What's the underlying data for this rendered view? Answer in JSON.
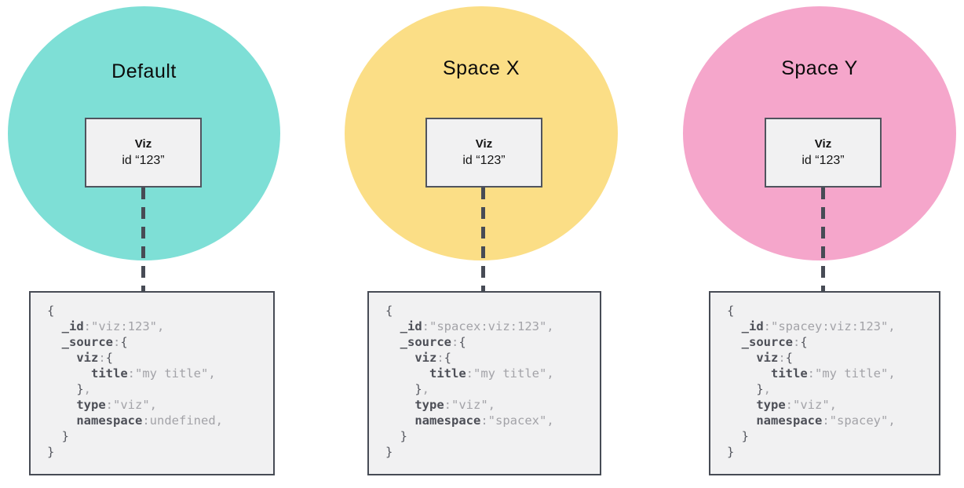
{
  "colors": {
    "default_circle": "#7EDFD6",
    "spacex_circle": "#FBDE86",
    "spacey_circle": "#F5A6CB",
    "connector": "#474B55",
    "box_fill": "#F1F1F2",
    "box_border": "#474B55",
    "code_key_text": "#4D4F57",
    "code_value_text": "#A3A3A8"
  },
  "columns": [
    {
      "title": "Default",
      "circle_color": "#7EDFD6",
      "viz_label": "Viz",
      "viz_id": "id “123”",
      "code_lines": [
        [
          [
            "b",
            "{"
          ]
        ],
        [
          [
            "v",
            "  "
          ],
          [
            "k",
            "_id"
          ],
          [
            "v",
            ":\"viz:123\","
          ]
        ],
        [
          [
            "v",
            "  "
          ],
          [
            "k",
            "_source"
          ],
          [
            "v",
            ":"
          ],
          [
            "b",
            "{"
          ]
        ],
        [
          [
            "v",
            "    "
          ],
          [
            "k",
            "viz"
          ],
          [
            "v",
            ":"
          ],
          [
            "b",
            "{"
          ]
        ],
        [
          [
            "v",
            "      "
          ],
          [
            "k",
            "title"
          ],
          [
            "v",
            ":\"my title\","
          ]
        ],
        [
          [
            "v",
            "    "
          ],
          [
            "b",
            "}"
          ],
          [
            "v",
            ","
          ]
        ],
        [
          [
            "v",
            "    "
          ],
          [
            "k",
            "type"
          ],
          [
            "v",
            ":\"viz\","
          ]
        ],
        [
          [
            "v",
            "    "
          ],
          [
            "k",
            "namespace"
          ],
          [
            "v",
            ":undefined,"
          ]
        ],
        [
          [
            "v",
            "  "
          ],
          [
            "b",
            "}"
          ]
        ],
        [
          [
            "b",
            "}"
          ]
        ]
      ]
    },
    {
      "title": "Space X",
      "circle_color": "#FBDE86",
      "viz_label": "Viz",
      "viz_id": "id “123”",
      "code_lines": [
        [
          [
            "b",
            "{"
          ]
        ],
        [
          [
            "v",
            "  "
          ],
          [
            "k",
            "_id"
          ],
          [
            "v",
            ":\"spacex:viz:123\","
          ]
        ],
        [
          [
            "v",
            "  "
          ],
          [
            "k",
            "_source"
          ],
          [
            "v",
            ":"
          ],
          [
            "b",
            "{"
          ]
        ],
        [
          [
            "v",
            "    "
          ],
          [
            "k",
            "viz"
          ],
          [
            "v",
            ":"
          ],
          [
            "b",
            "{"
          ]
        ],
        [
          [
            "v",
            "      "
          ],
          [
            "k",
            "title"
          ],
          [
            "v",
            ":\"my title\","
          ]
        ],
        [
          [
            "v",
            "    "
          ],
          [
            "b",
            "}"
          ],
          [
            "v",
            ","
          ]
        ],
        [
          [
            "v",
            "    "
          ],
          [
            "k",
            "type"
          ],
          [
            "v",
            ":\"viz\","
          ]
        ],
        [
          [
            "v",
            "    "
          ],
          [
            "k",
            "namespace"
          ],
          [
            "v",
            ":\"spacex\","
          ]
        ],
        [
          [
            "v",
            "  "
          ],
          [
            "b",
            "}"
          ]
        ],
        [
          [
            "b",
            "}"
          ]
        ]
      ]
    },
    {
      "title": "Space Y",
      "circle_color": "#F5A6CB",
      "viz_label": "Viz",
      "viz_id": "id “123”",
      "code_lines": [
        [
          [
            "b",
            "{"
          ]
        ],
        [
          [
            "v",
            "  "
          ],
          [
            "k",
            "_id"
          ],
          [
            "v",
            ":\"spacey:viz:123\","
          ]
        ],
        [
          [
            "v",
            "  "
          ],
          [
            "k",
            "_source"
          ],
          [
            "v",
            ":"
          ],
          [
            "b",
            "{"
          ]
        ],
        [
          [
            "v",
            "    "
          ],
          [
            "k",
            "viz"
          ],
          [
            "v",
            ":"
          ],
          [
            "b",
            "{"
          ]
        ],
        [
          [
            "v",
            "      "
          ],
          [
            "k",
            "title"
          ],
          [
            "v",
            ":\"my title\","
          ]
        ],
        [
          [
            "v",
            "    "
          ],
          [
            "b",
            "}"
          ],
          [
            "v",
            ","
          ]
        ],
        [
          [
            "v",
            "    "
          ],
          [
            "k",
            "type"
          ],
          [
            "v",
            ":\"viz\","
          ]
        ],
        [
          [
            "v",
            "    "
          ],
          [
            "k",
            "namespace"
          ],
          [
            "v",
            ":\"spacey\","
          ]
        ],
        [
          [
            "v",
            "  "
          ],
          [
            "b",
            "}"
          ]
        ],
        [
          [
            "b",
            "}"
          ]
        ]
      ]
    }
  ]
}
